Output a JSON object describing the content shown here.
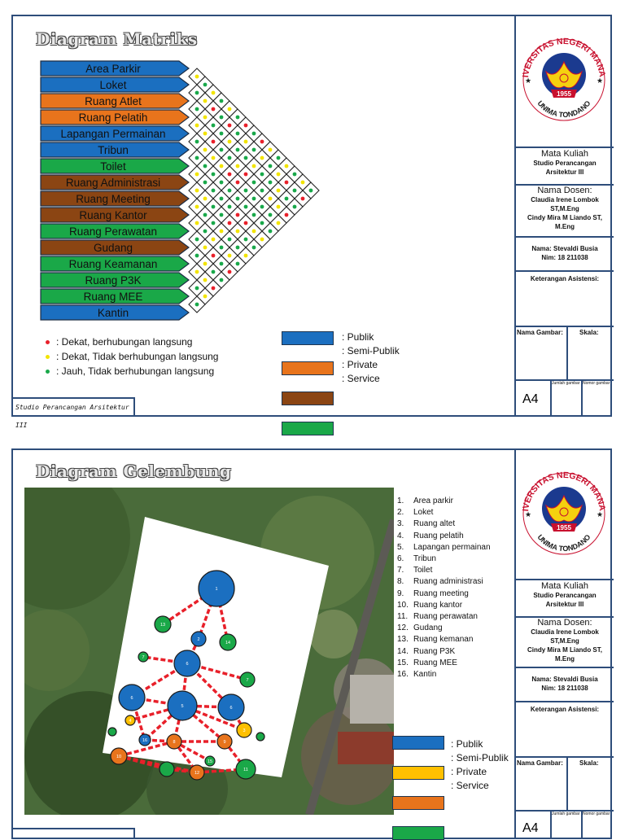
{
  "colors": {
    "publik": "#1b6fc0",
    "semi_publik": "#e8741c",
    "private": "#8b4513",
    "service": "#1aa848",
    "semi_publik_bubble": "#ffc000",
    "border": "#2e4d7a",
    "red_dot": "#e8202a",
    "yellow_dot": "#f2e400",
    "green_dot": "#19a84a"
  },
  "page1": {
    "title": "Diagram Matriks",
    "rooms": [
      {
        "name": "Area Parkir",
        "cat": "publik"
      },
      {
        "name": "Loket",
        "cat": "publik"
      },
      {
        "name": "Ruang Atlet",
        "cat": "semi_publik"
      },
      {
        "name": "Ruang Pelatih",
        "cat": "semi_publik"
      },
      {
        "name": "Lapangan Permainan",
        "cat": "publik"
      },
      {
        "name": "Tribun",
        "cat": "publik"
      },
      {
        "name": "Toilet",
        "cat": "service"
      },
      {
        "name": "Ruang Administrasi",
        "cat": "private"
      },
      {
        "name": "Ruang Meeting",
        "cat": "private"
      },
      {
        "name": "Ruang Kantor",
        "cat": "private"
      },
      {
        "name": "Ruang Perawatan",
        "cat": "service"
      },
      {
        "name": "Gudang",
        "cat": "private"
      },
      {
        "name": "Ruang Keamanan",
        "cat": "service"
      },
      {
        "name": "Ruang P3K",
        "cat": "service"
      },
      {
        "name": "Ruang MEE",
        "cat": "service"
      },
      {
        "name": "Kantin",
        "cat": "publik"
      }
    ],
    "relation_legend": [
      {
        "color": "#e8202a",
        "label": ": Dekat, berhubungan langsung"
      },
      {
        "color": "#f2e400",
        "label": ": Dekat, Tidak berhubungan langsung"
      },
      {
        "color": "#19a84a",
        "label": ": Jauh, Tidak berhubungan langsung"
      }
    ],
    "category_legend": [
      {
        "color": "#1b6fc0",
        "label": ": Publik"
      },
      {
        "color": "#e8741c",
        "label": ": Semi-Publik"
      },
      {
        "color": "#8b4513",
        "label": ": Private"
      },
      {
        "color": "#1aa848",
        "label": ": Service"
      }
    ],
    "footer": "Studio Perancangan Arsitektur III"
  },
  "page2": {
    "title": "Diagram Gelembung",
    "list": [
      "Area parkir",
      "Loket",
      "Ruang altet",
      "Ruang pelatih",
      "Lapangan permainan",
      "Tribun",
      "Toilet",
      "Ruang administrasi",
      "Ruang meeting",
      "Ruang kantor",
      "Ruang perawatan",
      "Gudang",
      "Ruang kemanan",
      "Ruang P3K",
      "Ruang MEE",
      "Kantin"
    ],
    "category_legend": [
      {
        "color": "#1b6fc0",
        "label": ": Publik"
      },
      {
        "color": "#ffc000",
        "label": ": Semi-Publik"
      },
      {
        "color": "#e8741c",
        "label": ": Private"
      },
      {
        "color": "#1aa848",
        "label": ": Service"
      }
    ],
    "bubbles": [
      {
        "label": "1",
        "color": "#1b6fc0"
      },
      {
        "label": "2",
        "color": "#1b6fc0"
      },
      {
        "label": "13",
        "color": "#1aa848"
      },
      {
        "label": "14",
        "color": "#1aa848"
      },
      {
        "label": "7",
        "color": "#1aa848"
      },
      {
        "label": "6",
        "color": "#1b6fc0"
      },
      {
        "label": "7",
        "color": "#1aa848"
      },
      {
        "label": "6",
        "color": "#1b6fc0"
      },
      {
        "label": "5",
        "color": "#1b6fc0"
      },
      {
        "label": "6",
        "color": "#1b6fc0"
      },
      {
        "label": "4",
        "color": "#ffc000"
      },
      {
        "label": "3",
        "color": "#ffc000"
      },
      {
        "label": "16",
        "color": "#1b6fc0"
      },
      {
        "label": "8",
        "color": "#e8741c"
      },
      {
        "label": "9",
        "color": "#e8741c"
      },
      {
        "label": "10",
        "color": "#e8741c"
      },
      {
        "label": "15",
        "color": "#1aa848"
      },
      {
        "label": "12",
        "color": "#e8741c"
      },
      {
        "label": "11",
        "color": "#1aa848"
      },
      {
        "label": "",
        "color": "#1aa848"
      },
      {
        "label": "",
        "color": "#1aa848"
      },
      {
        "label": "",
        "color": "#1aa848"
      }
    ]
  },
  "title_block": {
    "logo_arc_top": "UNIVERSITAS NEGERI MANADO",
    "logo_arc_bottom": "UNIMA TONDANO",
    "logo_year": "1955",
    "mata_kuliah_label": "Mata Kuliah",
    "mata_kuliah_value_1": "Studio Perancangan",
    "mata_kuliah_value_2": "Arsitektur III",
    "dosen_label": "Nama Dosen:",
    "dosen_1a": "Claudia Irene Lombok",
    "dosen_1b": "ST,M.Eng",
    "dosen_2a": "Cindy Mira M Liando ST,",
    "dosen_2b": "M.Eng",
    "nama_line": "Nama: Stevaldi Busia",
    "nim_line": "Nim: 18 211038",
    "keterangan": "Keterangan Asistensi:",
    "nama_gambar": "Nama Gambar:",
    "skala": "Skala:",
    "sheet_size": "A4",
    "jumlah_gambar": "Jumlah gambar",
    "nomor_gambar": "Nomor gambar"
  }
}
